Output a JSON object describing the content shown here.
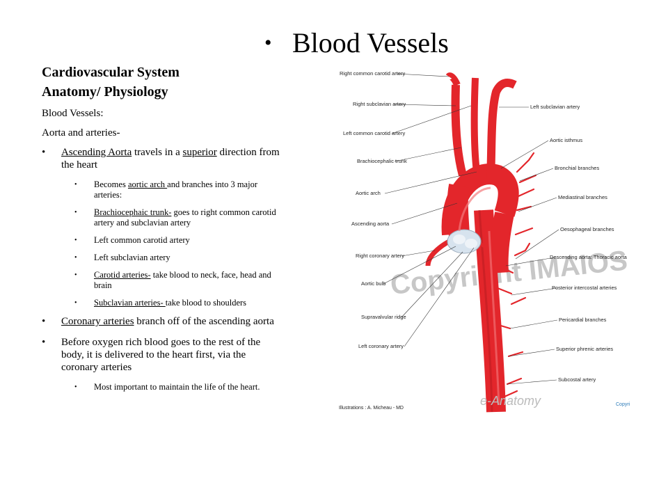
{
  "slide": {
    "title": "Blood Vessels",
    "heading_line1": "Cardiovascular System",
    "heading_line2": "Anatomy/ Physiology",
    "intro1": "Blood Vessels:",
    "intro2": "Aorta and arteries-"
  },
  "bullets": {
    "b1_u1": "Ascending Aorta",
    "b1_t1": " travels in a ",
    "b1_u2": "superior",
    "b1_t2": " direction from the heart",
    "s1_t1": "Becomes ",
    "s1_u1": "aortic arch ",
    "s1_t2": "and branches into 3 major arteries:",
    "s2_u1": "Brachiocephaic trunk-",
    "s2_t1": " goes to right common carotid artery and subclavian artery",
    "s3": "Left common carotid artery",
    "s4": "Left subclavian artery",
    "s5_u1": "Carotid arteries-",
    "s5_t1": " take blood to neck, face, head and brain",
    "s6_u1": "Subclavian arteries- ",
    "s6_t1": " take blood to shoulders",
    "b2_u1": "Coronary arteries",
    "b2_t1": " branch  off of the ascending aorta",
    "b3": "Before oxygen rich blood goes to the rest of the body, it is delivered to the heart first, via the coronary arteries",
    "s7": "Most important to maintain the life of the heart."
  },
  "figure": {
    "labels_left": [
      "Right common carotid artery",
      "Right subclavian artery",
      "Left common carotid artery",
      "Brachiocephalic trunk",
      "Aortic arch",
      "Ascending aorta",
      "Right coronary artery",
      "Aortic bulb",
      "Supravalvular ridge",
      "Left coronary artery"
    ],
    "labels_right": [
      "Left subclavian artery",
      "Aortic isthmus",
      "Bronchial branches",
      "Mediastinal branches",
      "Oesophageal branches",
      "Descending aorta: Thoracic aorta",
      "Posterior intercostal arteries",
      "Pericardial branches",
      "Superior phrenic arteries",
      "Subcostal artery"
    ],
    "watermark": "Copyright IMAIOS",
    "credit": "Illustrations : A. Micheau - MD",
    "copyright_small": "Copyri",
    "anatomy_mark": "e-Anatomy",
    "artery_color": "#e3262b",
    "artery_dark": "#b51a1f"
  }
}
